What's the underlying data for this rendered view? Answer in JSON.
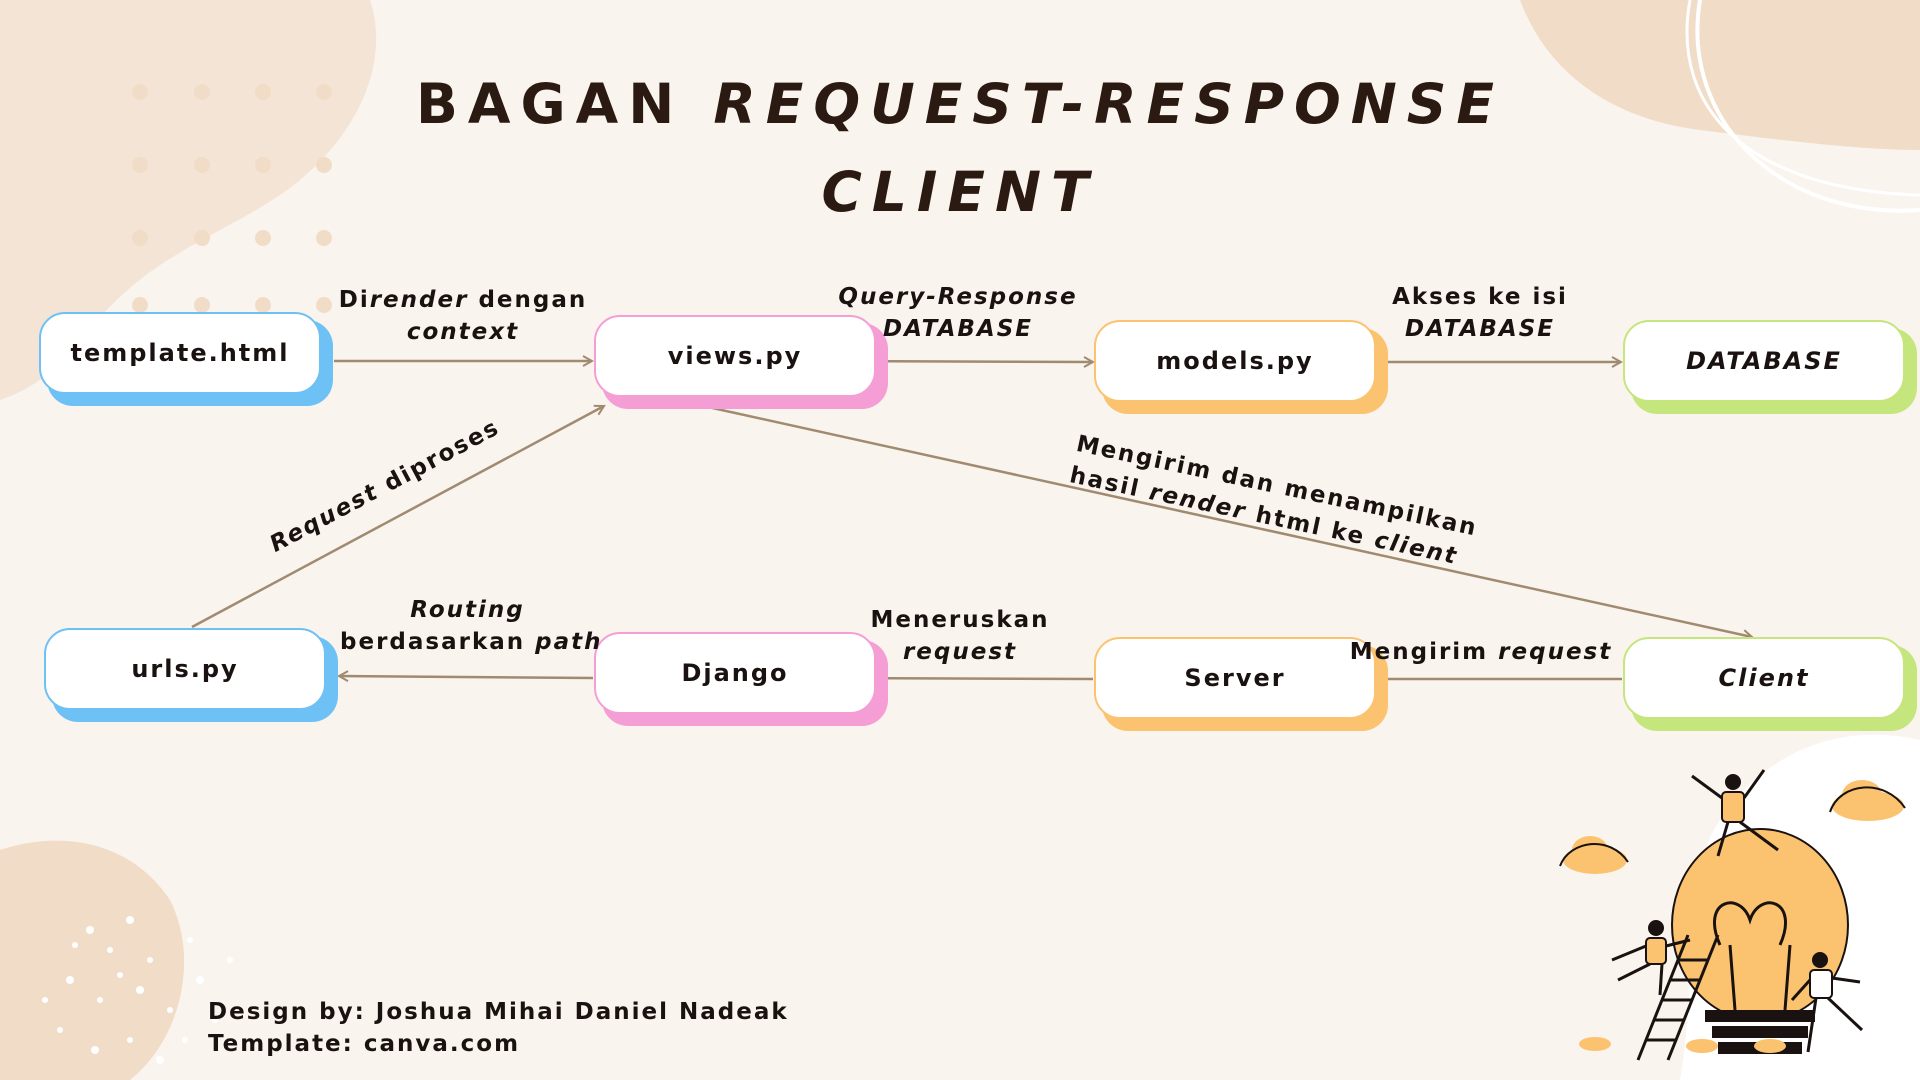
{
  "title": {
    "line1_plain": "BAGAN ",
    "line1_italic": "REQUEST-RESPONSE",
    "line2": "CLIENT"
  },
  "nodes": {
    "template": "template.html",
    "views": "views.py",
    "models": "models.py",
    "database": "DATABASE",
    "urls": "urls.py",
    "django": "Django",
    "server": "Server",
    "client": "Client"
  },
  "edges": {
    "template_views": {
      "a": "Di",
      "b": "render",
      "c": " dengan",
      "d": "context"
    },
    "views_models": {
      "line1": "Query-Response",
      "line2": "DATABASE"
    },
    "models_database": {
      "line1": "Akses ke isi",
      "line2": "DATABASE"
    },
    "urls_views": {
      "a": "Request",
      "b": " diproses"
    },
    "views_client": {
      "line1": "Mengirim dan menampilkan",
      "b1": "hasil ",
      "b2": "render",
      "b3": " html ke ",
      "b4": "client"
    },
    "django_urls": {
      "line1": "Routing",
      "b1": "berdasarkan ",
      "b2": "path"
    },
    "server_django": {
      "line1": "Meneruskan",
      "line2": "request"
    },
    "client_server": {
      "a": "Mengirim ",
      "b": "request"
    }
  },
  "credits": {
    "design": "Design by: Joshua Mihai Daniel Nadeak",
    "template": "Template: canva.com"
  },
  "colors": {
    "background": "#faf4ee",
    "blob": "#f3e4d5",
    "arrow": "#a08a70",
    "blue": "#6ec1f4",
    "pink": "#f59ed6",
    "orange": "#fbc36f",
    "green": "#c5e57d"
  },
  "illustration": "lightbulb-with-people-illustration"
}
